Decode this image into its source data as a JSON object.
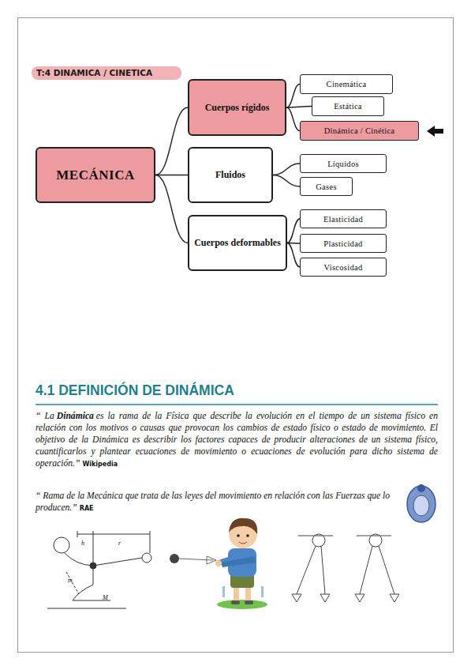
{
  "diagram": {
    "title": "T:4 DINAMICA / CINETICA",
    "nodes": [
      {
        "text": [
          "MECÁNICA"
        ]
      },
      {
        "text": [
          "Cuerpos rígidos"
        ]
      },
      {
        "text": [
          "Cinemática"
        ]
      },
      {
        "text": [
          "Estática"
        ]
      },
      {
        "text": [
          "Dinámica / Cinética"
        ]
      },
      {
        "text": [
          "Fluidos"
        ]
      },
      {
        "text": [
          "Líquidos"
        ]
      },
      {
        "text": [
          "Gases"
        ]
      },
      {
        "text": [
          "Cuerpos deformables"
        ]
      },
      {
        "text": [
          "Elasticidad"
        ]
      },
      {
        "text": [
          "Plasticidad"
        ]
      },
      {
        "text": [
          "Viscosidad"
        ]
      }
    ],
    "edges": [
      {
        "from": 0,
        "to": 1,
        "arrow": "none"
      },
      {
        "from": 0,
        "to": 5,
        "arrow": "none"
      },
      {
        "from": 0,
        "to": 8,
        "arrow": "none"
      },
      {
        "from": 1,
        "to": 2,
        "arrow": "none"
      },
      {
        "from": 1,
        "to": 3,
        "arrow": "none"
      },
      {
        "from": 1,
        "to": 4,
        "arrow": "none"
      },
      {
        "from": 5,
        "to": 6,
        "arrow": "none"
      },
      {
        "from": 5,
        "to": 7,
        "arrow": "none"
      },
      {
        "from": 8,
        "to": 9,
        "arrow": "none"
      },
      {
        "from": 8,
        "to": 10,
        "arrow": "none"
      },
      {
        "from": 8,
        "to": 11,
        "arrow": "none"
      }
    ],
    "labels": [
      "4.1 DEFINICIÓN DE DINÁMICA",
      "“ La",
      "Dinámica",
      "es la rama de la Física que describe la evolución en el tiempo de un sistema físico en relación con los motivos o causas que provocan los cambios de estado físico o estado de movimiento. El objetivo de la Dinámica es describir los factores capaces de producir alteraciones de un sistema físico, cuantificarlos y plantear ecuaciones de movimiento o ecuaciones de evolución para dicho sistema de operación.”",
      "Wikipedia",
      "“ Rama de la Mecánica que trata de las leyes del movimiento en relación con las Fuerzas que lo producen.”",
      "RAE",
      "h",
      "r",
      "m",
      "M"
    ]
  }
}
